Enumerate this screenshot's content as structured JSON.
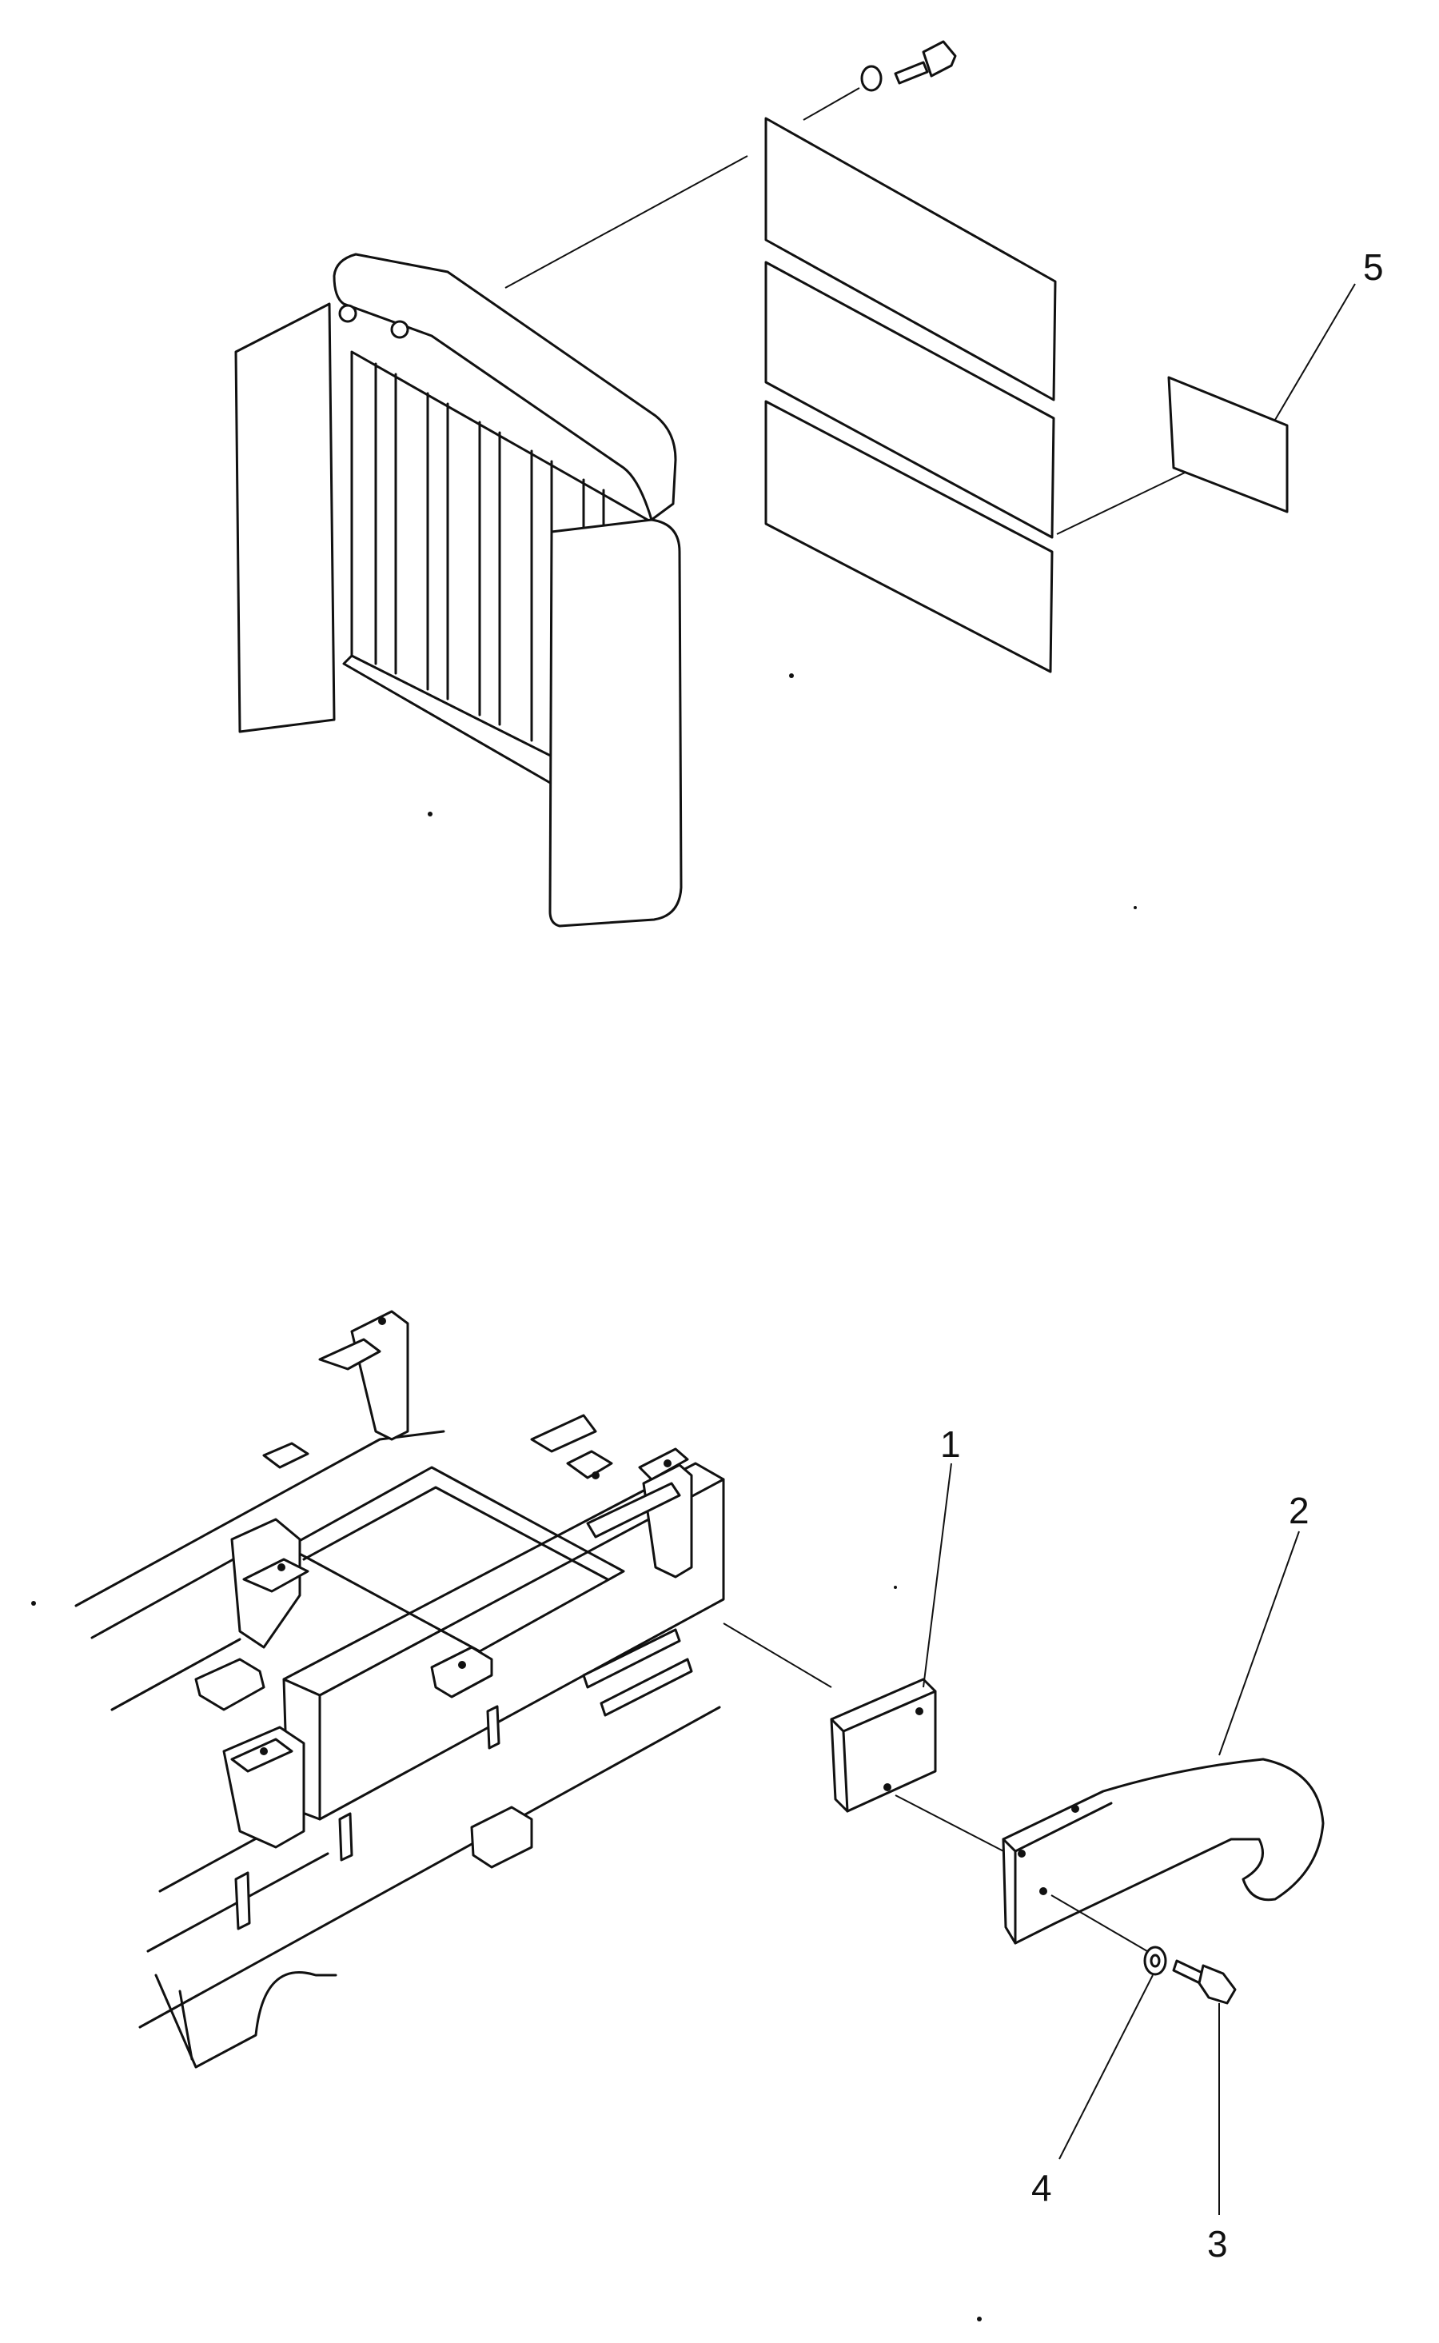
{
  "callouts": {
    "c1": "1",
    "c2": "2",
    "c3": "3",
    "c4": "4",
    "c5": "5"
  },
  "colors": {
    "line": "#111111",
    "background": "#ffffff",
    "shade": "#d8d8d8"
  }
}
